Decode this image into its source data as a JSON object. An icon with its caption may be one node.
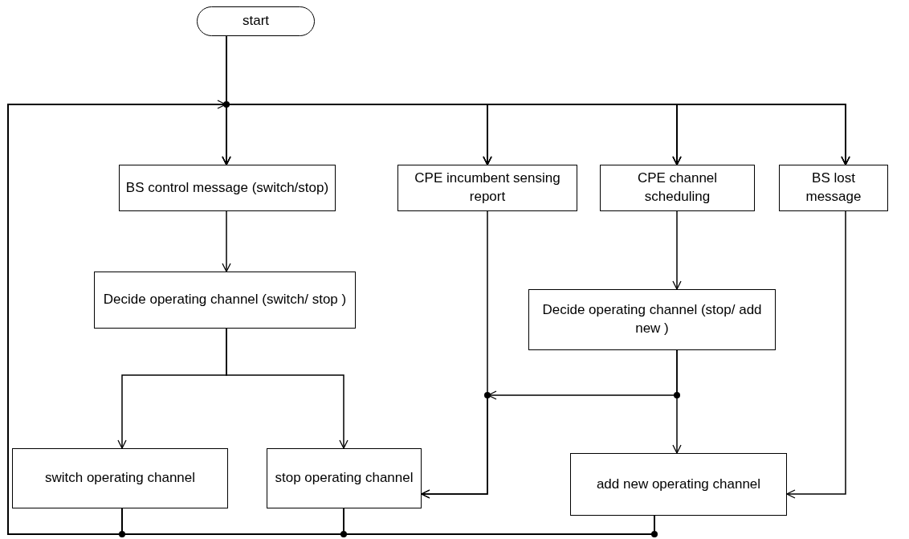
{
  "diagram": {
    "nodes": [
      {
        "text": [
          "start"
        ]
      },
      {
        "text": [
          "BS control message (switch/stop)"
        ]
      },
      {
        "text": [
          "CPE incumbent sensing report"
        ]
      },
      {
        "text": [
          "CPE channel scheduling"
        ]
      },
      {
        "text": [
          "BS lost message"
        ]
      },
      {
        "text": [
          "Decide operating channel (switch/ stop )"
        ]
      },
      {
        "text": [
          "Decide operating channel (stop/ add new )"
        ]
      },
      {
        "text": [
          "switch operating channel"
        ]
      },
      {
        "text": [
          "stop operating channel"
        ]
      },
      {
        "text": [
          "add new operating channel"
        ]
      }
    ],
    "edges": [
      {
        "from": 0,
        "to": 1,
        "arrow": "to"
      },
      {
        "from": 0,
        "to": 2,
        "arrow": "to"
      },
      {
        "from": 0,
        "to": 3,
        "arrow": "to"
      },
      {
        "from": 0,
        "to": 4,
        "arrow": "to"
      },
      {
        "from": 7,
        "to": 1,
        "arrow": "to"
      },
      {
        "from": 7,
        "to": 2,
        "arrow": "to"
      },
      {
        "from": 7,
        "to": 3,
        "arrow": "to"
      },
      {
        "from": 7,
        "to": 4,
        "arrow": "to"
      },
      {
        "from": 8,
        "to": 1,
        "arrow": "to"
      },
      {
        "from": 8,
        "to": 2,
        "arrow": "to"
      },
      {
        "from": 8,
        "to": 3,
        "arrow": "to"
      },
      {
        "from": 8,
        "to": 4,
        "arrow": "to"
      },
      {
        "from": 9,
        "to": 1,
        "arrow": "to"
      },
      {
        "from": 9,
        "to": 2,
        "arrow": "to"
      },
      {
        "from": 9,
        "to": 3,
        "arrow": "to"
      },
      {
        "from": 9,
        "to": 4,
        "arrow": "to"
      },
      {
        "from": 1,
        "to": 5,
        "arrow": "to"
      },
      {
        "from": 5,
        "to": 7,
        "arrow": "to"
      },
      {
        "from": 5,
        "to": 8,
        "arrow": "to"
      },
      {
        "from": 2,
        "to": 8,
        "arrow": "to"
      },
      {
        "from": 3,
        "to": 6,
        "arrow": "to"
      },
      {
        "from": 6,
        "to": 8,
        "arrow": "to"
      },
      {
        "from": 6,
        "to": 9,
        "arrow": "to"
      },
      {
        "from": 4,
        "to": 9,
        "arrow": "to"
      }
    ]
  }
}
